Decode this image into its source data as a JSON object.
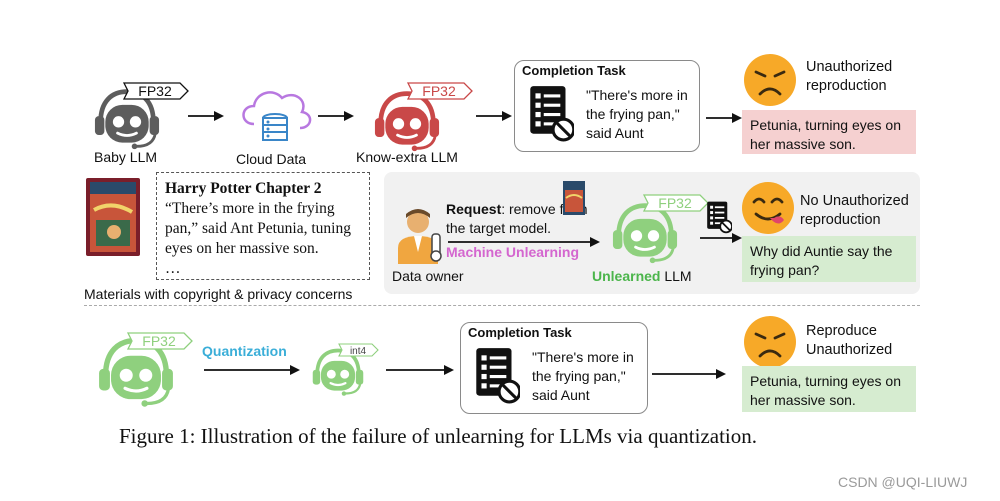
{
  "colors": {
    "robot_dark": "#5d5d5d",
    "robot_red": "#c94848",
    "robot_green": "#8fd07e",
    "magenta": "#d466cf",
    "cyan": "#3aaed8",
    "emoji": "#f7a928"
  },
  "top": {
    "baby_label": "Baby LLM",
    "baby_tag": "FP32",
    "cloud_label": "Cloud Data",
    "know_label": "Know-extra LLM",
    "know_tag": "FP32",
    "task_title": "Completion Task",
    "task_quote": "\"There's more in the frying pan,\" said Aunt",
    "verdict": "Unauthorized reproduction",
    "output": "Petunia, turning eyes on her massive son."
  },
  "middle": {
    "hp_title": "Harry Potter Chapter 2",
    "hp_text": "“There’s more in the frying pan,” said Ant Petunia, tuning eyes on her massive son.",
    "hp_ellipsis": "…",
    "materials_label": "Materials with copyright & privacy concerns",
    "request_bold": "Request",
    "request_rest": ": remove from the target model.",
    "machine_unlearning": "Machine Unlearning",
    "data_owner": "Data owner",
    "unlearned_tag": "FP32",
    "unlearned_word": "Unlearned",
    "unlearned_llm": " LLM",
    "verdict": "No Unauthorized reproduction",
    "output": "Why did Auntie say the frying pan?"
  },
  "bottom": {
    "tag_fp32": "FP32",
    "quantization": "Quantization",
    "tag_int4": "int4",
    "task_title": "Completion Task",
    "task_quote": "\"There's more in the frying pan,\" said Aunt",
    "verdict": "Reproduce Unauthorized",
    "output": "Petunia, turning eyes on her massive son."
  },
  "caption": "Figure 1: Illustration of the failure of unlearning for LLMs via quantization.",
  "watermark": "CSDN @UQI-LIUWJ"
}
